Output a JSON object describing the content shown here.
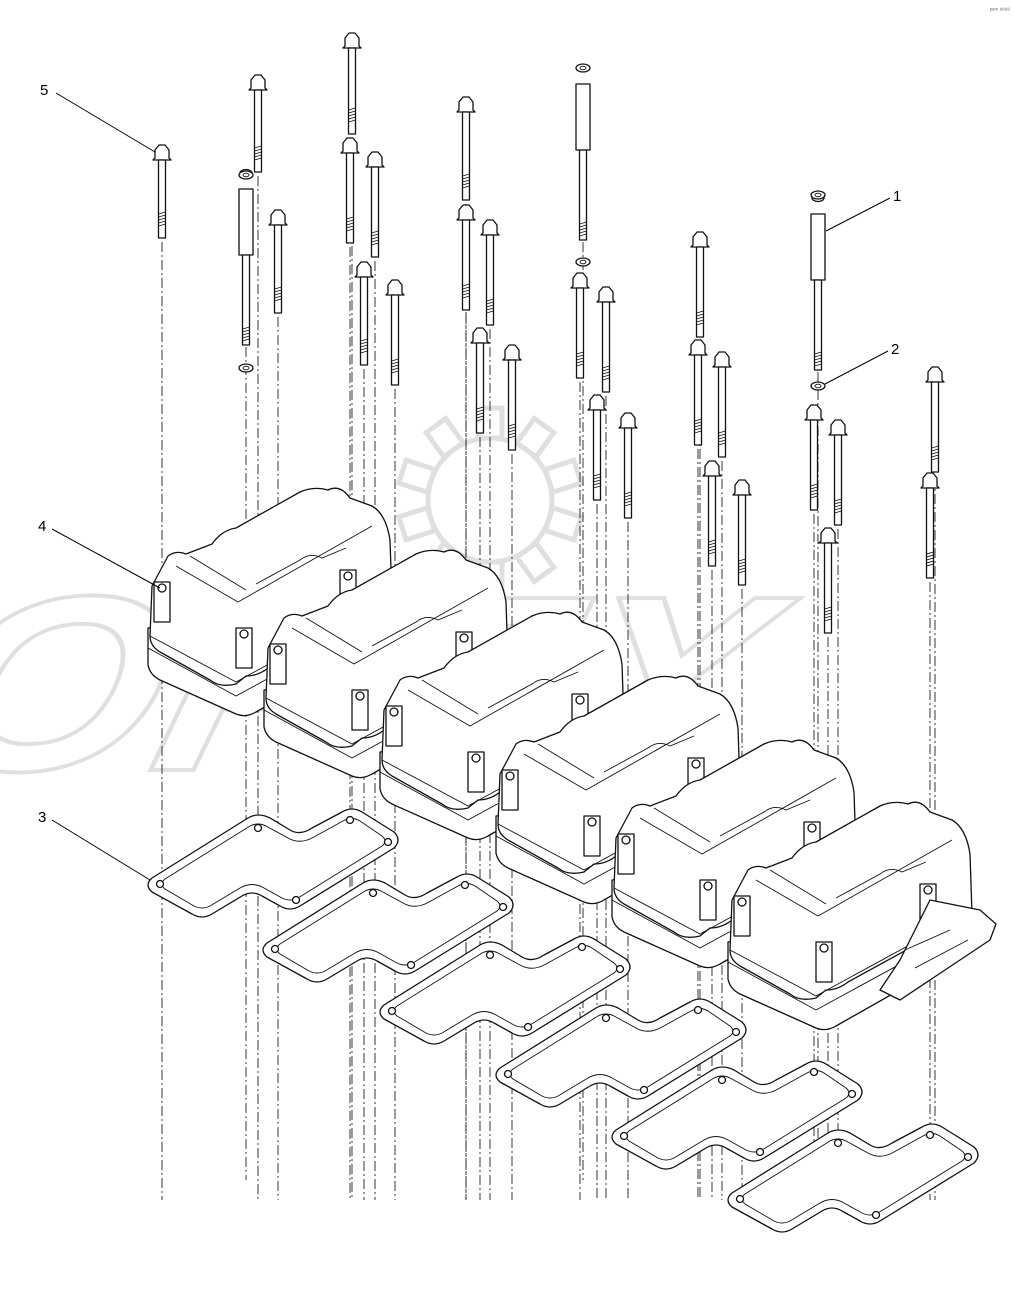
{
  "diagram": {
    "corner_mark": "ᵖᵉᵐ ⁸⁸⁸⁸",
    "watermark": {
      "text": "OPEX",
      "icon_name": "gear-icon"
    },
    "callouts": [
      {
        "id": "1",
        "label": "1",
        "part": "stud"
      },
      {
        "id": "2",
        "label": "2",
        "part": "washer"
      },
      {
        "id": "3",
        "label": "3",
        "part": "gasket"
      },
      {
        "id": "4",
        "label": "4",
        "part": "valve-cover"
      },
      {
        "id": "5",
        "label": "5",
        "part": "bolt"
      }
    ],
    "counts": {
      "valve_covers": 6,
      "gaskets": 6
    }
  }
}
